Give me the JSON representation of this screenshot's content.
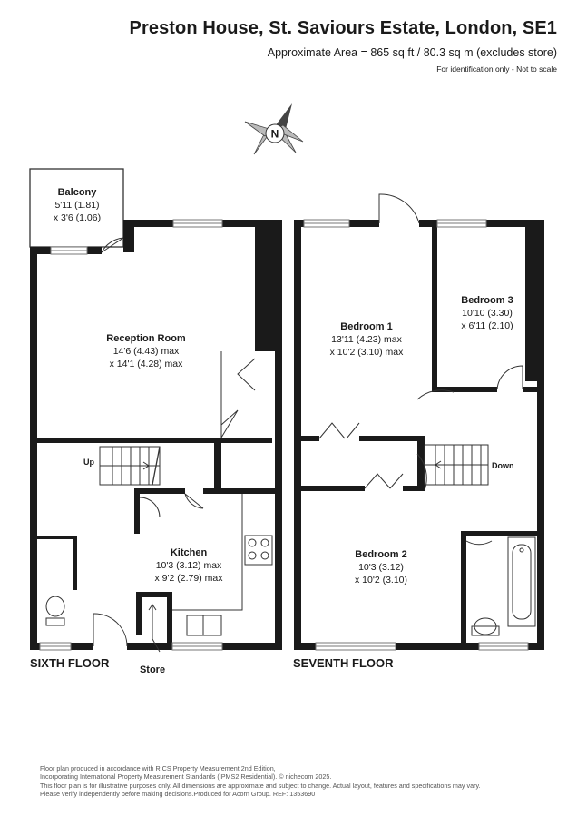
{
  "header": {
    "title": "Preston House, St. Saviours Estate, London, SE1",
    "area": "Approximate Area = 865 sq ft / 80.3 sq m (excludes store)",
    "identification": "For identification only - Not to scale"
  },
  "compass": {
    "letter": "N"
  },
  "rooms": {
    "balcony": {
      "name": "Balcony",
      "dim1": "5'11 (1.81)",
      "dim2": "x 3'6 (1.06)"
    },
    "reception": {
      "name": "Reception Room",
      "dim1": "14'6 (4.43) max",
      "dim2": "x 14'1 (4.28) max"
    },
    "kitchen": {
      "name": "Kitchen",
      "dim1": "10'3 (3.12) max",
      "dim2": "x 9'2 (2.79) max"
    },
    "bedroom1": {
      "name": "Bedroom 1",
      "dim1": "13'11 (4.23) max",
      "dim2": "x 10'2 (3.10) max"
    },
    "bedroom2": {
      "name": "Bedroom 2",
      "dim1": "10'3 (3.12)",
      "dim2": "x 10'2 (3.10)"
    },
    "bedroom3": {
      "name": "Bedroom 3",
      "dim1": "10'10 (3.30)",
      "dim2": "x 6'11 (2.10)"
    }
  },
  "stair_labels": {
    "up": "Up",
    "down": "Down"
  },
  "store_label": "Store",
  "floors": {
    "sixth": "SIXTH FLOOR",
    "seventh": "SEVENTH FLOOR"
  },
  "footer": [
    "Floor plan produced in accordance with RICS Property Measurement 2nd Edition,",
    "Incorporating International Property Measurement Standards (IPMS2 Residential).  © nichecom 2025.",
    "This floor plan is for illustrative purposes only. All dimensions are approximate and subject to change. Actual layout, features and specifications may vary.",
    "Please verify independently before making decisions.Produced for Acorn Group.   REF:  1353690"
  ],
  "colors": {
    "wall": "#1a1a1a",
    "line": "#333333",
    "window": "#777777"
  }
}
